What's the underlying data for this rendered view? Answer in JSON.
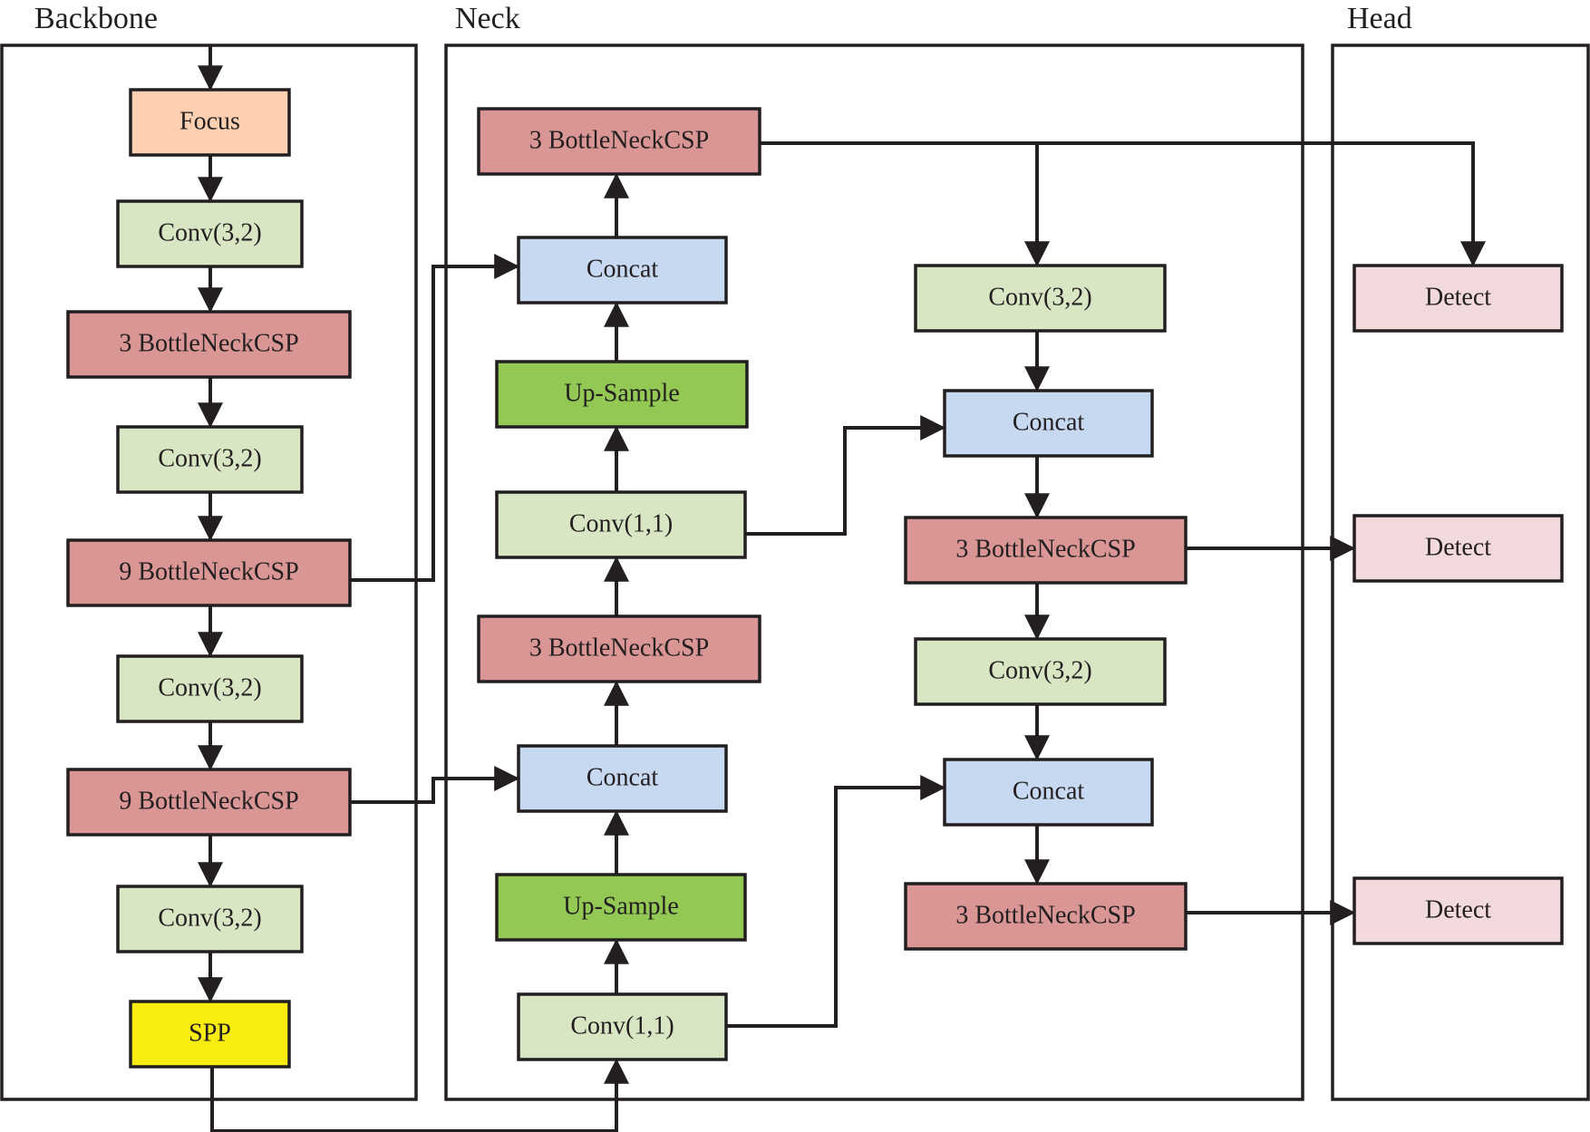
{
  "sections": [
    {
      "id": "backbone",
      "label": "Backbone"
    },
    {
      "id": "neck",
      "label": "Neck"
    },
    {
      "id": "head",
      "label": "Head"
    }
  ],
  "node_colors": {
    "focus": "#fdd0b1",
    "conv": "#d9e6c4",
    "csp": "#d99695",
    "concat": "#c6d9f0",
    "upsample": "#92c853",
    "spp": "#f8ec10",
    "detect": "#f2dadc"
  },
  "nodes": [
    {
      "id": "b_focus",
      "label": "Focus",
      "kind": "focus"
    },
    {
      "id": "b_conv1",
      "label": "Conv(3,2)",
      "kind": "conv"
    },
    {
      "id": "b_csp1",
      "label": "3 BottleNeckCSP",
      "kind": "csp"
    },
    {
      "id": "b_conv2",
      "label": "Conv(3,2)",
      "kind": "conv"
    },
    {
      "id": "b_csp2",
      "label": "9 BottleNeckCSP",
      "kind": "csp"
    },
    {
      "id": "b_conv3",
      "label": "Conv(3,2)",
      "kind": "conv"
    },
    {
      "id": "b_csp3",
      "label": "9 BottleNeckCSP",
      "kind": "csp"
    },
    {
      "id": "b_conv4",
      "label": "Conv(3,2)",
      "kind": "conv"
    },
    {
      "id": "b_spp",
      "label": "SPP",
      "kind": "spp"
    },
    {
      "id": "n_csp_top",
      "label": "3 BottleNeckCSP",
      "kind": "csp"
    },
    {
      "id": "n_concat1",
      "label": "Concat",
      "kind": "concat"
    },
    {
      "id": "n_up1",
      "label": "Up-Sample",
      "kind": "upsample"
    },
    {
      "id": "n_conv11a",
      "label": "Conv(1,1)",
      "kind": "conv"
    },
    {
      "id": "n_csp_mid",
      "label": "3 BottleNeckCSP",
      "kind": "csp"
    },
    {
      "id": "n_concat2",
      "label": "Concat",
      "kind": "concat"
    },
    {
      "id": "n_up2",
      "label": "Up-Sample",
      "kind": "upsample"
    },
    {
      "id": "n_conv11b",
      "label": "Conv(1,1)",
      "kind": "conv"
    },
    {
      "id": "r_conv1",
      "label": "Conv(3,2)",
      "kind": "conv"
    },
    {
      "id": "r_concat1",
      "label": "Concat",
      "kind": "concat"
    },
    {
      "id": "r_csp1",
      "label": "3 BottleNeckCSP",
      "kind": "csp"
    },
    {
      "id": "r_conv2",
      "label": "Conv(3,2)",
      "kind": "conv"
    },
    {
      "id": "r_concat2",
      "label": "Concat",
      "kind": "concat"
    },
    {
      "id": "r_csp2",
      "label": "3 BottleNeckCSP",
      "kind": "csp"
    },
    {
      "id": "h_detect1",
      "label": "Detect",
      "kind": "detect"
    },
    {
      "id": "h_detect2",
      "label": "Detect",
      "kind": "detect"
    },
    {
      "id": "h_detect3",
      "label": "Detect",
      "kind": "detect"
    }
  ],
  "edges": [
    {
      "from": "input",
      "to": "b_focus"
    },
    {
      "from": "b_focus",
      "to": "b_conv1"
    },
    {
      "from": "b_conv1",
      "to": "b_csp1"
    },
    {
      "from": "b_csp1",
      "to": "b_conv2"
    },
    {
      "from": "b_conv2",
      "to": "b_csp2"
    },
    {
      "from": "b_csp2",
      "to": "b_conv3"
    },
    {
      "from": "b_conv3",
      "to": "b_csp3"
    },
    {
      "from": "b_csp3",
      "to": "b_conv4"
    },
    {
      "from": "b_conv4",
      "to": "b_spp"
    },
    {
      "from": "b_spp",
      "to": "n_conv11b"
    },
    {
      "from": "n_conv11b",
      "to": "n_up2"
    },
    {
      "from": "n_up2",
      "to": "n_concat2"
    },
    {
      "from": "b_csp3",
      "to": "n_concat2"
    },
    {
      "from": "n_concat2",
      "to": "n_csp_mid"
    },
    {
      "from": "n_csp_mid",
      "to": "n_conv11a"
    },
    {
      "from": "n_conv11a",
      "to": "n_up1"
    },
    {
      "from": "n_up1",
      "to": "n_concat1"
    },
    {
      "from": "b_csp2",
      "to": "n_concat1"
    },
    {
      "from": "n_concat1",
      "to": "n_csp_top"
    },
    {
      "from": "n_csp_top",
      "to": "h_detect1"
    },
    {
      "from": "n_csp_top",
      "to": "r_conv1"
    },
    {
      "from": "r_conv1",
      "to": "r_concat1"
    },
    {
      "from": "n_conv11a",
      "to": "r_concat1"
    },
    {
      "from": "r_concat1",
      "to": "r_csp1"
    },
    {
      "from": "r_csp1",
      "to": "h_detect2"
    },
    {
      "from": "r_csp1",
      "to": "r_conv2"
    },
    {
      "from": "r_conv2",
      "to": "r_concat2"
    },
    {
      "from": "n_conv11b",
      "to": "r_concat2"
    },
    {
      "from": "r_concat2",
      "to": "r_csp2"
    },
    {
      "from": "r_csp2",
      "to": "h_detect3"
    }
  ]
}
